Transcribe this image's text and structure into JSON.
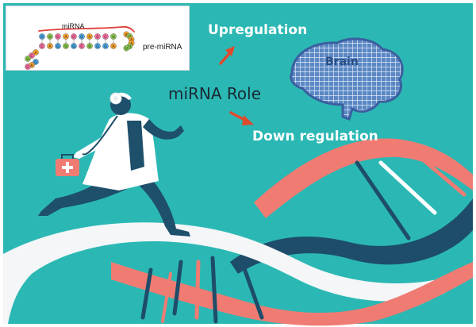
{
  "labels": {
    "upregulation": "Upregulation",
    "mirna_role": "miRNA Role",
    "down_regulation": "Down regulation",
    "brain": "Brain"
  },
  "inset": {
    "mirna": "miRNA",
    "pre_mirna": "pre-miRNA",
    "top_bases": [
      "G",
      "U",
      "C",
      "A",
      "C",
      "G",
      "A",
      "C",
      "C",
      "U"
    ],
    "bottom_bases": [
      "C",
      "A",
      "G",
      "U",
      "G",
      "C",
      "U",
      "G",
      "G",
      "A"
    ],
    "loop_bases": [
      "A",
      "U",
      "A",
      "A",
      "U",
      "U"
    ],
    "tail_bases": [
      "A",
      "C",
      "U",
      "G",
      "A",
      "C"
    ]
  },
  "colors": {
    "background": "#2bb8b4",
    "label_text": "#ffffff",
    "title_text": "#1b2a35",
    "arrow": "#e04a2c",
    "brain_fill": "#5b88c4",
    "brain_outline": "#3b5fa0",
    "brain_text": "#2a4d86",
    "dna_salmon": "#ef7b73",
    "dna_navy": "#1d4d6a",
    "dna_white": "#f4f6f8",
    "coat": "#ffffff",
    "skin": "#1e4f6b",
    "kit": "#ef7b73",
    "mirna_strand": "#e0403a"
  },
  "icons": [
    "first-aid-kit-icon",
    "stethoscope-icon",
    "head-mirror-icon",
    "arrow-icon",
    "brain-icon",
    "dna-helix-icon",
    "rna-hairpin-icon"
  ]
}
